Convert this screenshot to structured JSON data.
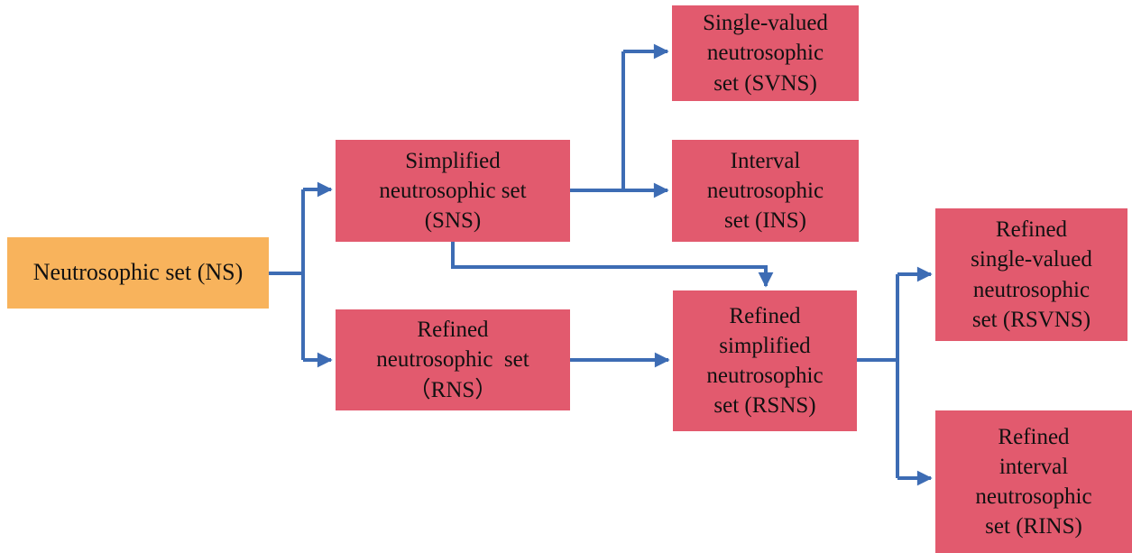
{
  "colors": {
    "root_fill": "#F8B35C",
    "node_fill": "#E25A6E",
    "arrow": "#3D6CB4",
    "text": "#111111",
    "background": "#FFFFFF"
  },
  "nodes": [
    {
      "id": "NS",
      "lines": [
        "Neutrosophic set (NS)"
      ]
    },
    {
      "id": "SNS",
      "lines": [
        "Simplified",
        "neutrosophic set",
        "(SNS)"
      ]
    },
    {
      "id": "SVNS",
      "lines": [
        "Single-valued",
        "neutrosophic",
        "set (SVNS)"
      ]
    },
    {
      "id": "INS",
      "lines": [
        "Interval",
        "neutrosophic",
        "set (INS)"
      ]
    },
    {
      "id": "RNS",
      "lines": [
        "Refined",
        "neutrosophic  set",
        "（RNS）"
      ]
    },
    {
      "id": "RSNS",
      "lines": [
        "Refined",
        "simplified",
        "neutrosophic",
        "set (RSNS)"
      ]
    },
    {
      "id": "RSVNS",
      "lines": [
        "Refined",
        "single-valued",
        "neutrosophic",
        "set (RSVNS)"
      ]
    },
    {
      "id": "RINS",
      "lines": [
        "Refined",
        "interval",
        "neutrosophic",
        "set (RINS)"
      ]
    }
  ],
  "edges": [
    {
      "from": "NS",
      "to": "SNS"
    },
    {
      "from": "NS",
      "to": "RNS"
    },
    {
      "from": "SNS",
      "to": "SVNS"
    },
    {
      "from": "SNS",
      "to": "INS"
    },
    {
      "from": "SNS",
      "to": "RSNS"
    },
    {
      "from": "RNS",
      "to": "RSNS"
    },
    {
      "from": "RSNS",
      "to": "RSVNS"
    },
    {
      "from": "RSNS",
      "to": "RINS"
    }
  ]
}
